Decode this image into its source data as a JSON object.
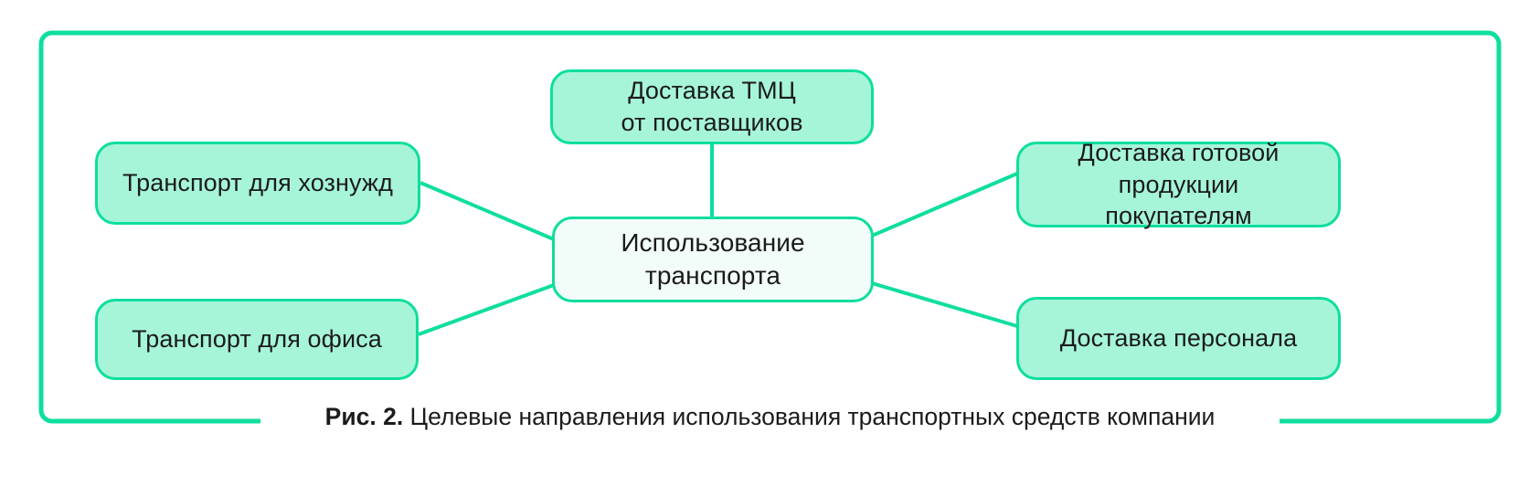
{
  "figure": {
    "caption_number": "Рис. 2.",
    "caption_text": " Целевые направления использования транспортных средств компании",
    "frame_color": "#0ede9e",
    "node_fill": "#a6f5d9",
    "center_node_fill": "#f2fcf8",
    "text_color": "#1b1b1b"
  },
  "diagram": {
    "center": {
      "label": "Использование транспорта"
    },
    "nodes": [
      {
        "id": "transport-hoznuzhd",
        "label": "Транспорт для хознужд"
      },
      {
        "id": "transport-office",
        "label": "Транспорт для офиса"
      },
      {
        "id": "delivery-tmc",
        "label": "Доставка ТМЦ\nот поставщиков"
      },
      {
        "id": "delivery-products",
        "label": "Доставка готовой продукции\nпокупателям"
      },
      {
        "id": "delivery-personnel",
        "label": "Доставка персонала"
      }
    ],
    "edges": [
      {
        "from": "center",
        "to": "transport-hoznuzhd"
      },
      {
        "from": "center",
        "to": "transport-office"
      },
      {
        "from": "center",
        "to": "delivery-tmc"
      },
      {
        "from": "center",
        "to": "delivery-products"
      },
      {
        "from": "center",
        "to": "delivery-personnel"
      }
    ]
  }
}
